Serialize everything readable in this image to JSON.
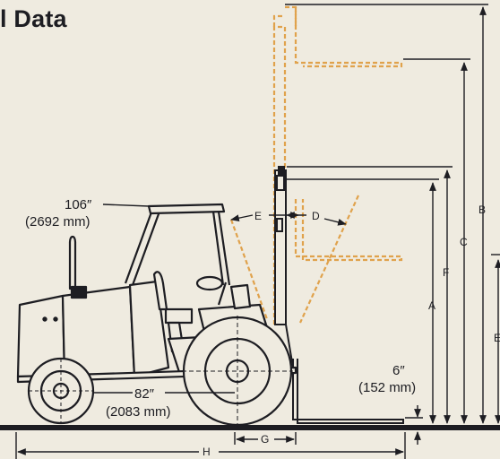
{
  "heading": "l Data",
  "dimension_labels": {
    "A": "A",
    "B": "B",
    "C": "C",
    "D": "D",
    "E": "E",
    "E_edge": "E",
    "F": "F",
    "G": "G",
    "H": "H"
  },
  "callouts": {
    "overhead_height_in": "106″",
    "overhead_height_mm": "(2692 mm)",
    "wheelbase_in": "82″",
    "wheelbase_mm": "(2083 mm)",
    "ground_clearance_in": "6″",
    "ground_clearance_mm": "(152 mm)"
  },
  "colors": {
    "line": "#1d1d22",
    "raised_mast": "#e0a24c",
    "background": "#efebe0"
  }
}
